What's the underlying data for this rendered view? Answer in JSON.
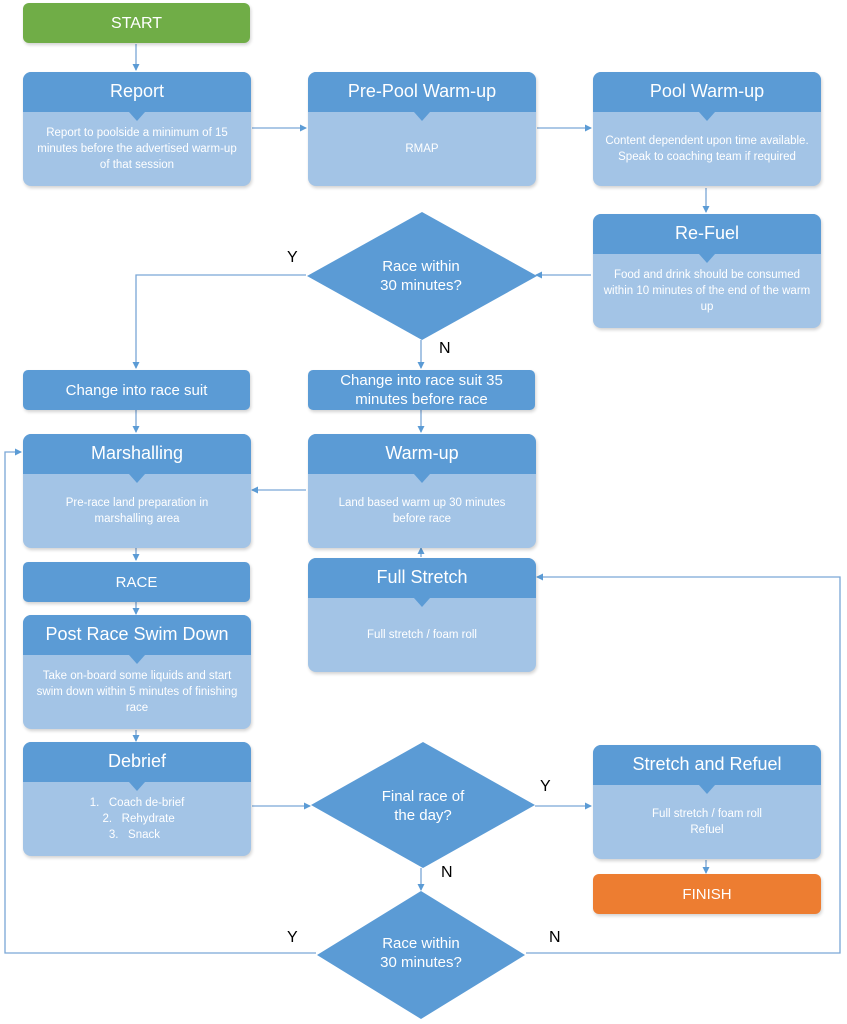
{
  "start": "START",
  "report": {
    "title": "Report",
    "text": "Report to poolside a minimum of 15 minutes before the advertised warm-up of that session"
  },
  "prepool": {
    "title": "Pre-Pool Warm-up",
    "text": "RMAP"
  },
  "pool": {
    "title": "Pool Warm-up",
    "text": "Content dependent upon time available. Speak to coaching team if required"
  },
  "refuel": {
    "title": "Re-Fuel",
    "text": "Food and drink should be consumed within 10 minutes of the end of the warm up"
  },
  "decision1": {
    "line1": "Race within",
    "line2": "30 minutes?",
    "yes": "Y",
    "no": "N"
  },
  "change_suit": "Change into race suit",
  "change_suit_35": "Change into race suit 35 minutes before race",
  "marshalling": {
    "title": "Marshalling",
    "text": "Pre-race land preparation in marshalling area"
  },
  "warmup": {
    "title": "Warm-up",
    "text": "Land based warm up 30 minutes before race"
  },
  "race": "RACE",
  "fullstretch": {
    "title": "Full Stretch",
    "text": "Full stretch / foam roll"
  },
  "swimdown": {
    "title": "Post Race Swim Down",
    "text": "Take on-board some liquids and start swim down within 5 minutes of finishing race"
  },
  "debrief": {
    "title": "Debrief",
    "items": [
      "Coach de-brief",
      "Rehydrate",
      "Snack"
    ]
  },
  "decision2": {
    "line1": "Final race of",
    "line2": "the day?",
    "yes": "Y",
    "no": "N"
  },
  "stretch_refuel": {
    "title": "Stretch and Refuel",
    "line1": "Full stretch / foam roll",
    "line2": "Refuel"
  },
  "finish": "FINISH",
  "decision3": {
    "line1": "Race within",
    "line2": "30 minutes?",
    "yes": "Y",
    "no": "N"
  },
  "colors": {
    "header": "#5b9bd5",
    "body": "#a3c4e6",
    "start": "#70ad47",
    "finish": "#ed7d31"
  }
}
